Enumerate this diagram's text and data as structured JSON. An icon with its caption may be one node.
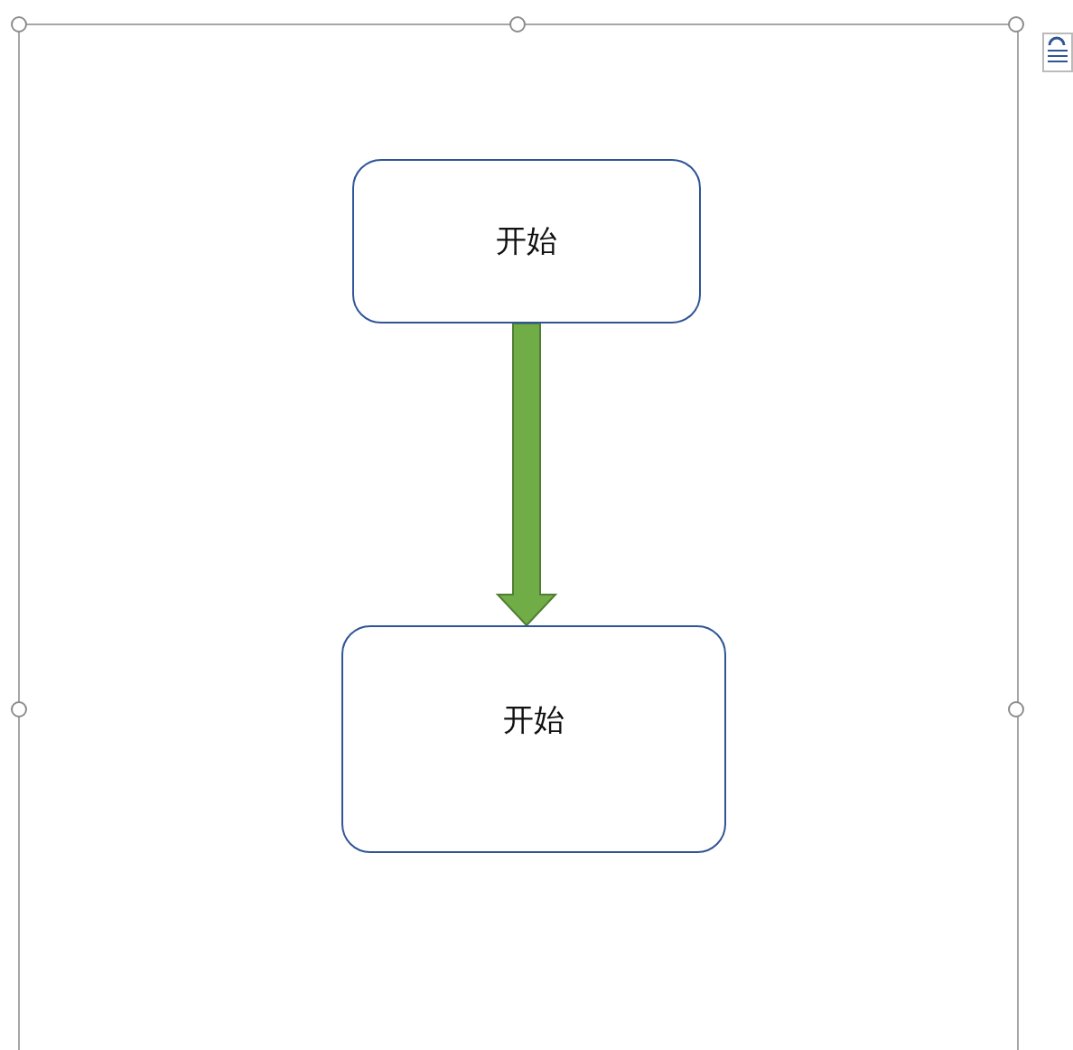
{
  "diagram": {
    "nodes": [
      {
        "text": [
          "开始"
        ]
      },
      {
        "text": [
          "开始"
        ]
      }
    ],
    "edges": [
      {
        "from": 0,
        "to": 1,
        "arrow": "to",
        "style": "thick",
        "color": "#70ad47"
      }
    ]
  }
}
